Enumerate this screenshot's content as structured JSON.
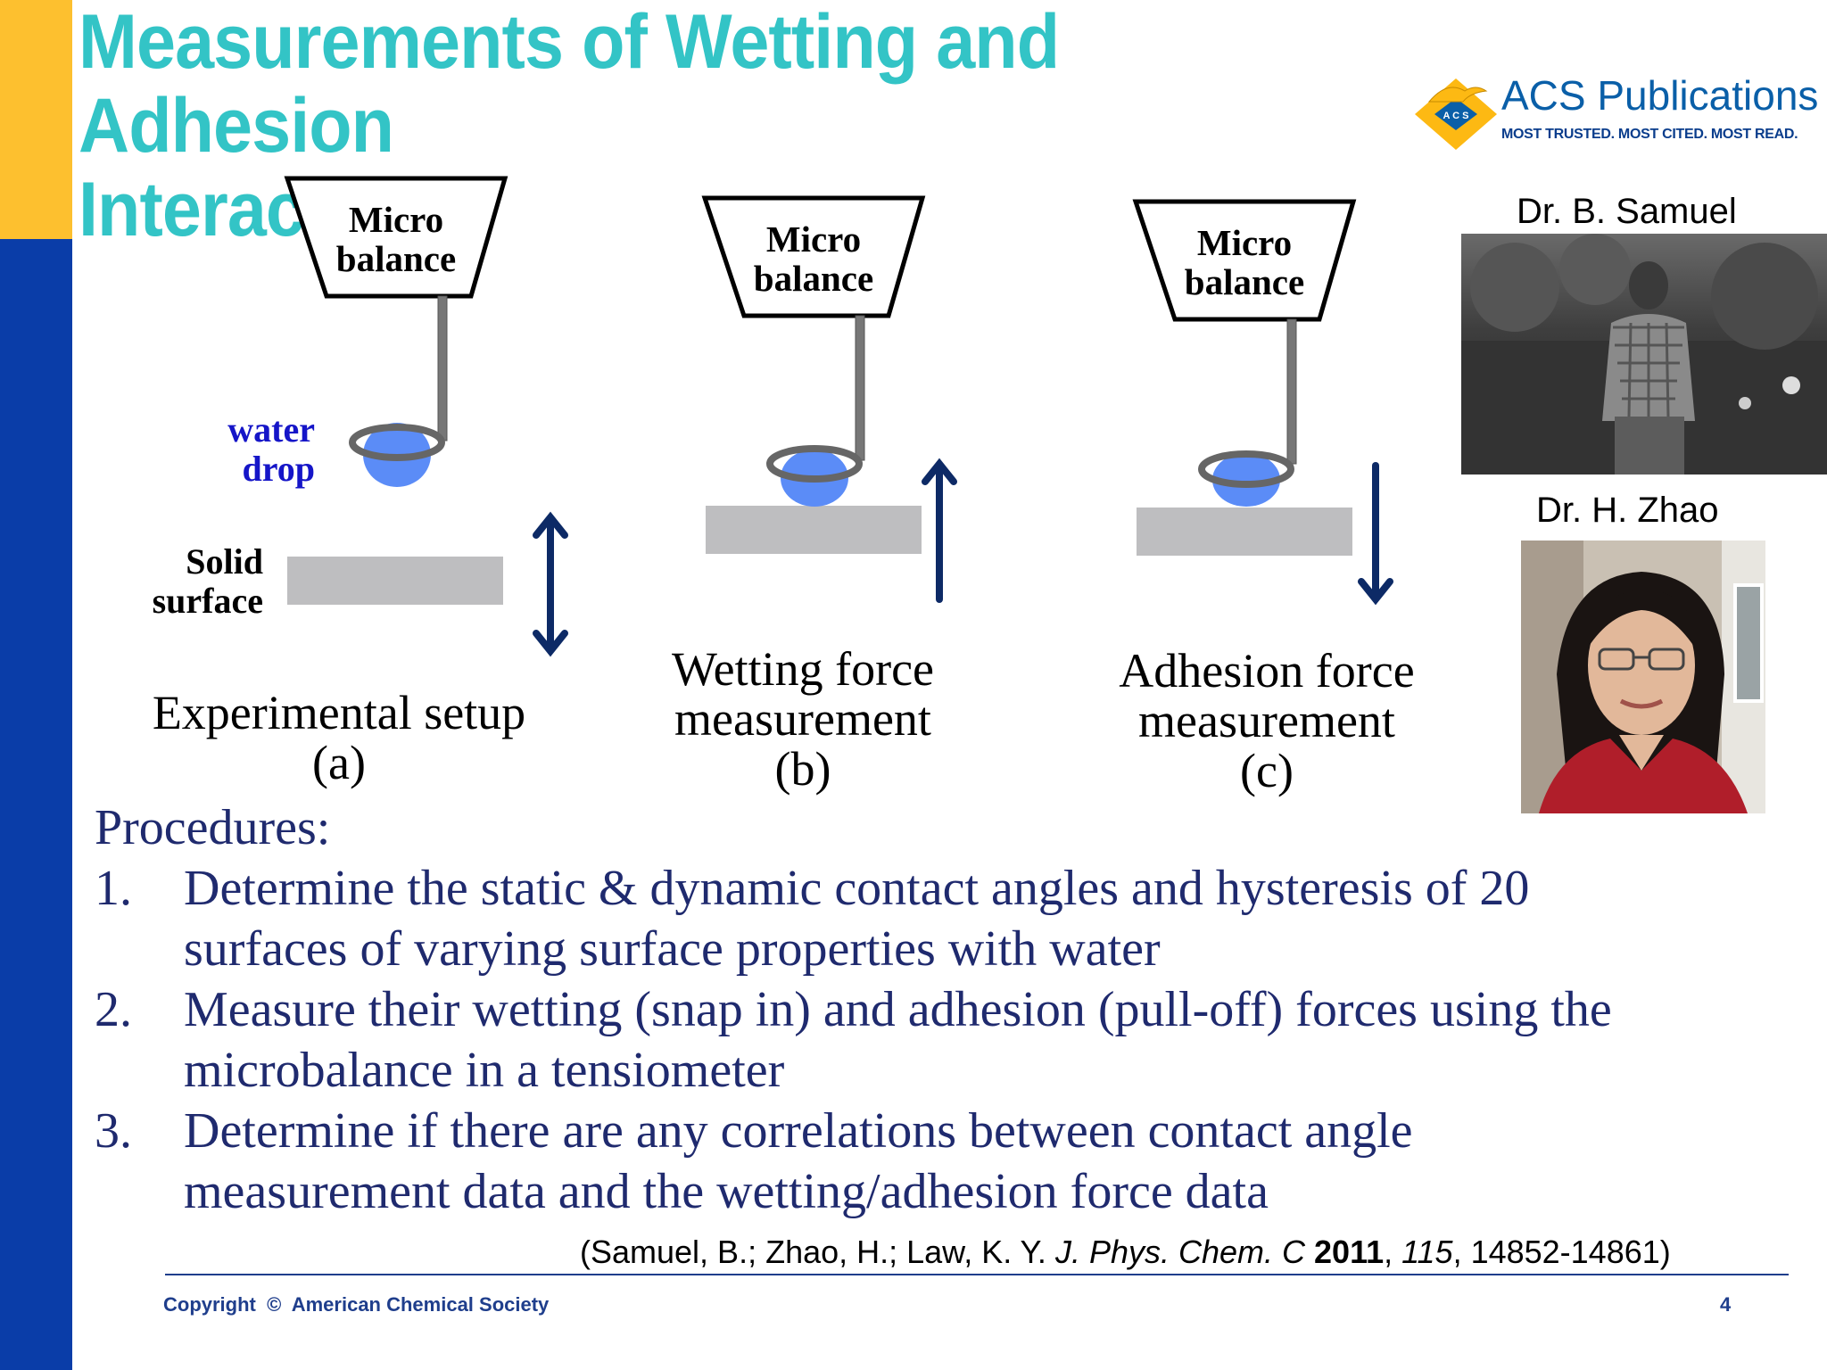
{
  "title": {
    "line1": "Measurements of Wetting and Adhesion",
    "line2": "Interactions"
  },
  "logo": {
    "main": "ACS Publications",
    "tagline": "MOST TRUSTED. MOST CITED. MOST READ.",
    "emblem_letters": "A C S"
  },
  "figure": {
    "balance_label_line1": "Micro",
    "balance_label_line2": "balance",
    "water_drop_line1": "water",
    "water_drop_line2": "drop",
    "solid_surface_line1": "Solid",
    "solid_surface_line2": "surface",
    "panels": [
      {
        "caption_line1": "Experimental setup",
        "caption_line2": "",
        "letter": "(a)"
      },
      {
        "caption_line1": "Wetting force",
        "caption_line2": "measurement",
        "letter": "(b)"
      },
      {
        "caption_line1": "Adhesion force",
        "caption_line2": "measurement",
        "letter": "(c)"
      }
    ],
    "colors": {
      "drop": "#5B8CF7",
      "holder": "#666666",
      "surface": "#BEBEC0",
      "arrow": "#0D2A66"
    }
  },
  "people": [
    {
      "name": "Dr. B. Samuel"
    },
    {
      "name": "Dr. H. Zhao"
    }
  ],
  "procedures": {
    "heading": "Procedures:",
    "items": [
      {
        "num": "1.",
        "line1": "Determine the static & dynamic contact angles and hysteresis of 20",
        "line2": "surfaces of varying surface properties with water"
      },
      {
        "num": "2.",
        "line1": "Measure their wetting (snap in) and adhesion (pull-off) forces using the",
        "line2": "microbalance in a tensiometer"
      },
      {
        "num": "3.",
        "line1": "Determine if there are any correlations between contact angle",
        "line2": "measurement data and the wetting/adhesion force data"
      }
    ]
  },
  "citation": {
    "open": "(Samuel, B.; Zhao, H.; Law, K. Y. ",
    "journal": "J. Phys. Chem. C",
    "year": "2011",
    "sep1": ", ",
    "volume": "115",
    "pages": ", 14852-14861)"
  },
  "footer": {
    "copyright": "Copyright  ©  American Chemical Society",
    "page": "4"
  },
  "colors": {
    "title": "#33C4C6",
    "side_yellow": "#FDC02F",
    "side_blue": "#0A3DA8",
    "text_blue": "#1F2A6E"
  }
}
